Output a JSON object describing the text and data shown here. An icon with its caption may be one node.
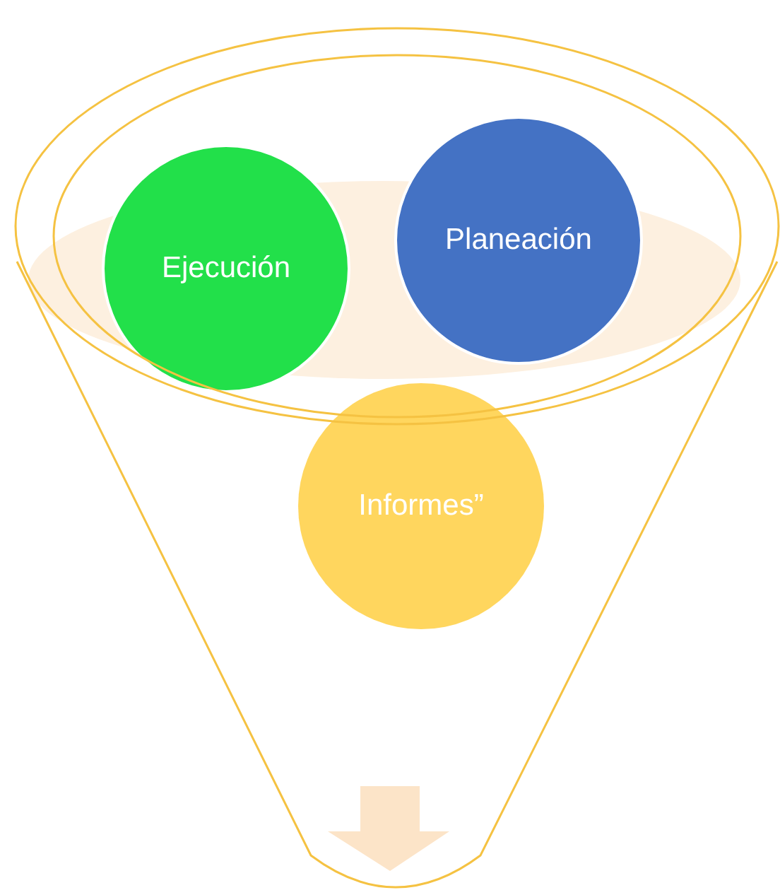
{
  "diagram": {
    "nodes": [
      {
        "text": [
          "Ejecución"
        ]
      },
      {
        "text": [
          "Planeación"
        ]
      },
      {
        "text": [
          "Informes”"
        ]
      }
    ]
  }
}
